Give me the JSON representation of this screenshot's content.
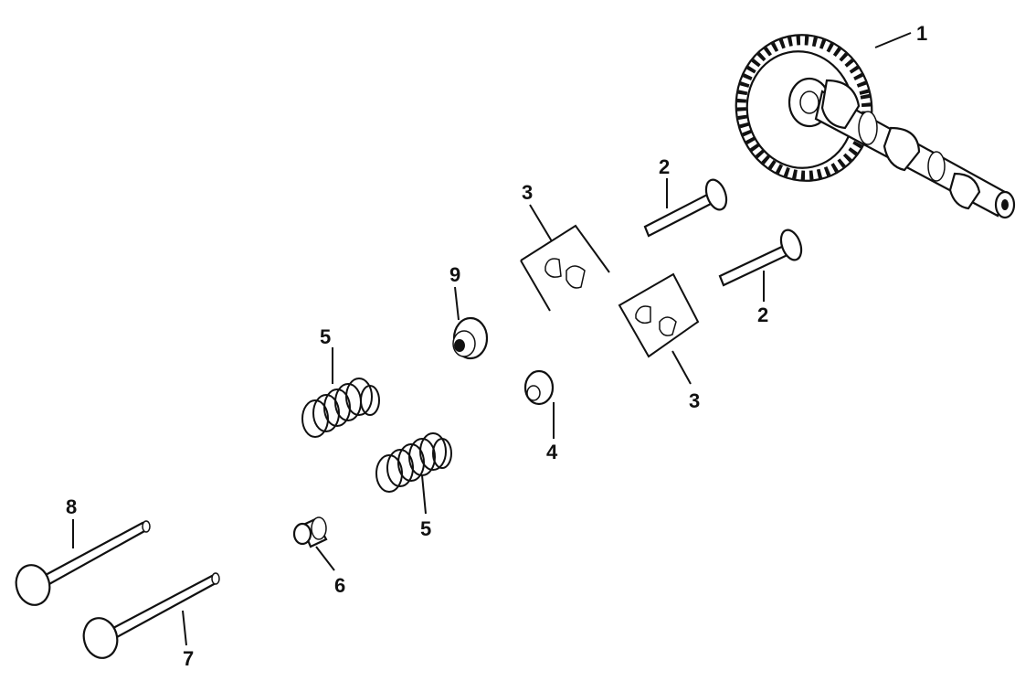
{
  "callouts": {
    "c1": "1",
    "c2a": "2",
    "c2b": "2",
    "c3a": "3",
    "c3b": "3",
    "c4": "4",
    "c5a": "5",
    "c5b": "5",
    "c6": "6",
    "c7": "7",
    "c8": "8",
    "c9": "9"
  }
}
